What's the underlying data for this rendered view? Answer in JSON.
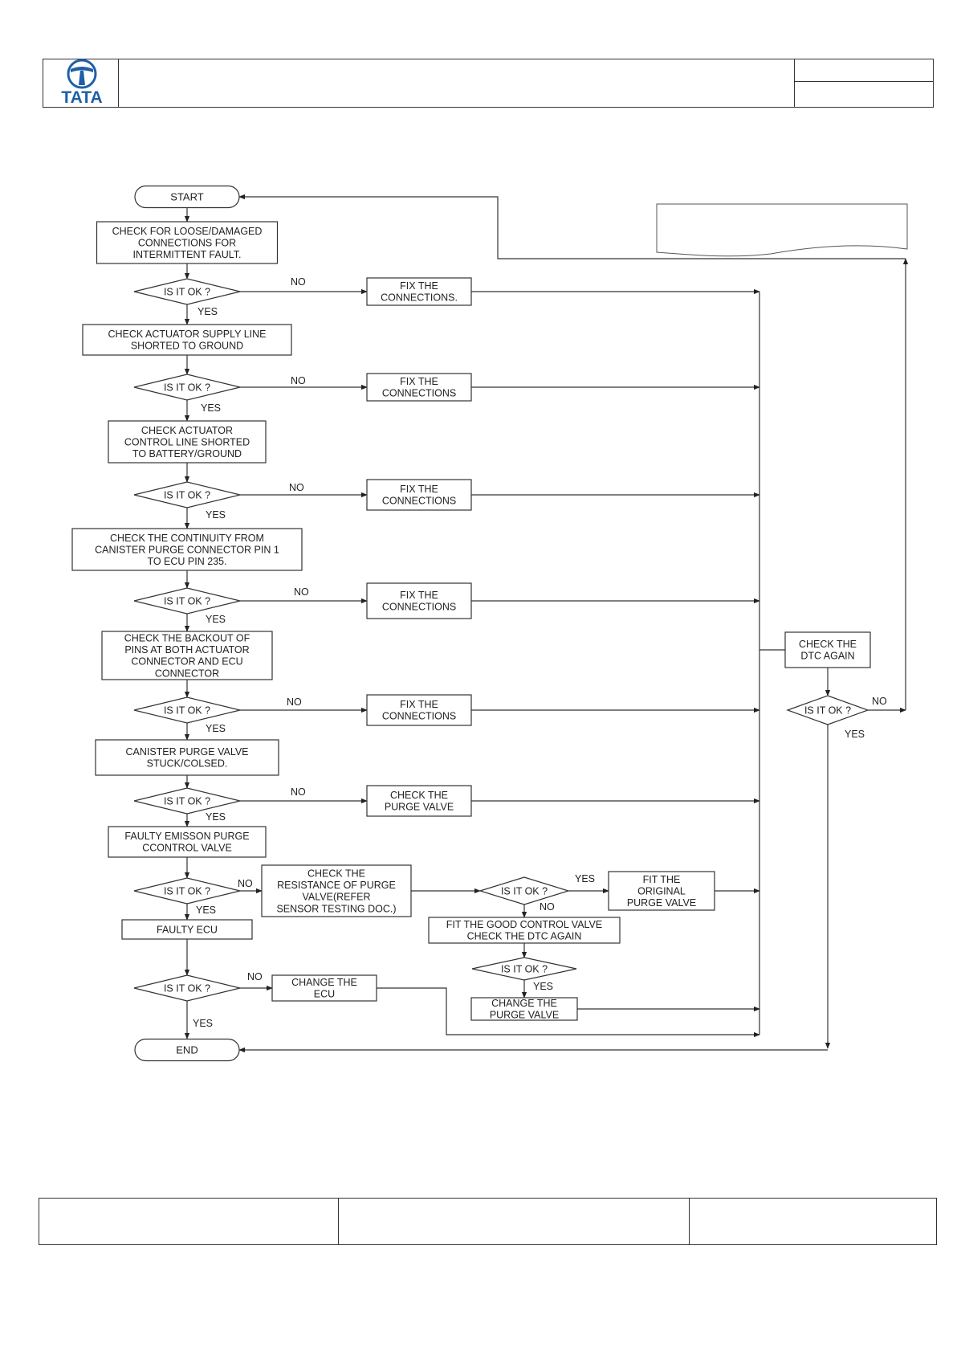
{
  "header": {
    "logo_text": "TATA"
  },
  "colors": {
    "line": "#333333",
    "text": "#222222",
    "logo": "#1f5fa8"
  },
  "labels": {
    "yes": "YES",
    "no": "NO"
  },
  "flowchart": {
    "start": "START",
    "end": "END",
    "steps": [
      {
        "check": "CHECK FOR LOOSE/DAMAGED\nCONNECTIONS FOR\nINTERMITTENT FAULT.",
        "decision": "IS IT OK ?",
        "fix": "FIX THE\nCONNECTIONS."
      },
      {
        "check": "CHECK ACTUATOR SUPPLY LINE\nSHORTED TO GROUND",
        "decision": "IS IT OK ?",
        "fix": "FIX THE\nCONNECTIONS"
      },
      {
        "check": "CHECK ACTUATOR\nCONTROL LINE SHORTED\nTO BATTERY/GROUND",
        "decision": "IS IT OK ?",
        "fix": "FIX THE\nCONNECTIONS"
      },
      {
        "check": "CHECK THE  CONTINUITY FROM\nCANISTER PURGE CONNECTOR PIN 1\nTO ECU PIN 235.",
        "decision": "IS IT OK ?",
        "fix": "FIX THE\nCONNECTIONS"
      },
      {
        "check": "CHECK THE BACKOUT OF\nPINS AT BOTH ACTUATOR\nCONNECTOR AND ECU\nCONNECTOR",
        "decision": "IS IT OK ?",
        "fix": "FIX THE\nCONNECTIONS"
      },
      {
        "check": "CANISTER PURGE VALVE\nSTUCK/COLSED.",
        "decision": "IS IT OK ?",
        "fix": "CHECK THE\nPURGE VALVE"
      }
    ],
    "faulty_purge": "FAULTY EMISSON PURGE\nCCONTROL VALVE",
    "decision_7": "IS IT OK ?",
    "check_resistance": "CHECK THE\nRESISTANCE OF PURGE\nVALVE(REFER\nSENSOR TESTING DOC.)",
    "decision_resistance": "IS IT OK ?",
    "fit_original": "FIT THE\nORIGINAL\nPURGE VALVE",
    "fit_good": "FIT THE GOOD CONTROL VALVE\nCHECK THE DTC AGAIN",
    "decision_good": "IS IT OK ?",
    "change_purge": "CHANGE THE\nPURGE VALVE",
    "faulty_ecu": "FAULTY ECU",
    "decision_ecu": "IS IT OK ?",
    "change_ecu": "CHANGE THE\nECU",
    "check_dtc": "CHECK THE\nDTC AGAIN",
    "decision_dtc": "IS IT OK ?"
  }
}
